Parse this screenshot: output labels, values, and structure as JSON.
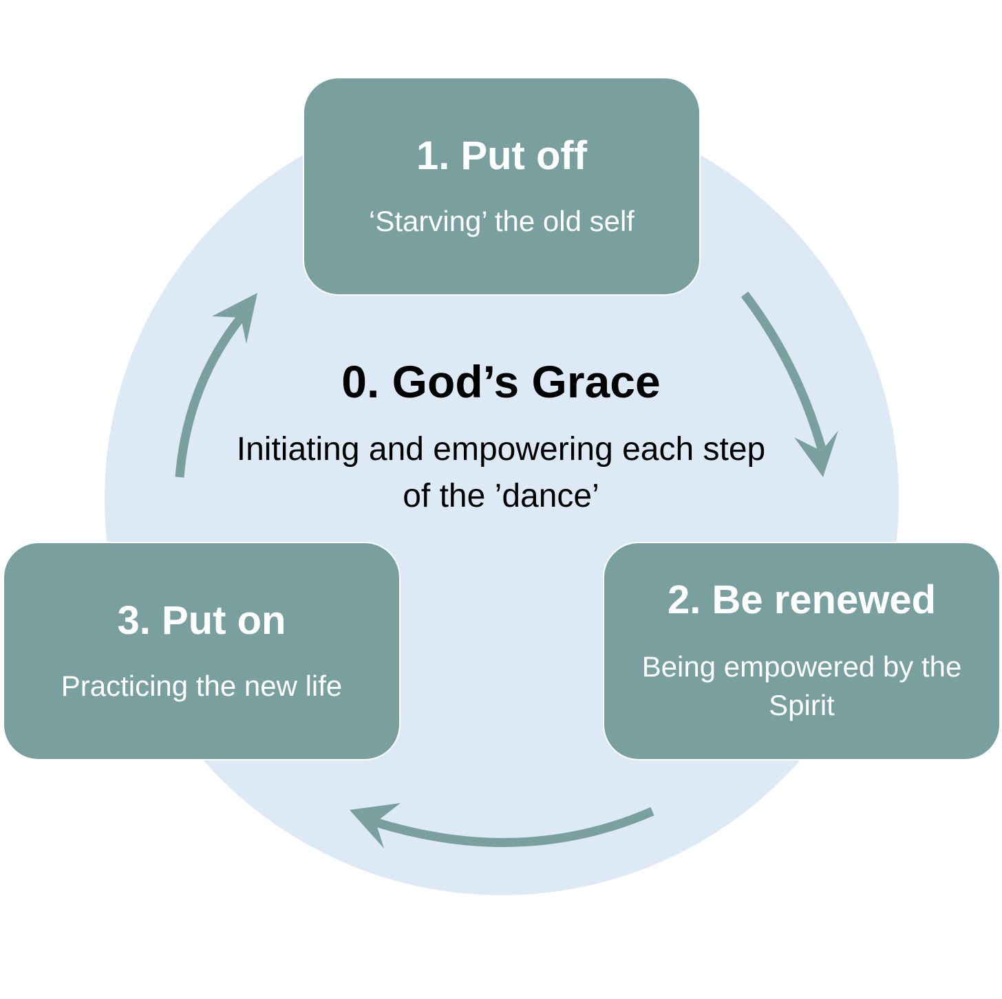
{
  "colors": {
    "background_circle": "#ddeaf5",
    "box_fill": "#799f9f",
    "arrow": "#799f9f",
    "box_text": "#ffffff",
    "center_text": "#000000"
  },
  "center": {
    "title": "0. God’s Grace",
    "description": "Initiating and empowering each step of the ’dance’"
  },
  "steps": [
    {
      "title": "1. Put off",
      "description": "‘Starving’ the old self"
    },
    {
      "title": "2. Be renewed",
      "description": "Being empowered by the Spirit"
    },
    {
      "title": "3. Put on",
      "description": "Practicing the new life"
    }
  ],
  "cycle_arrows": [
    "step-1-to-step-2",
    "step-2-to-step-3",
    "step-3-to-step-1"
  ]
}
